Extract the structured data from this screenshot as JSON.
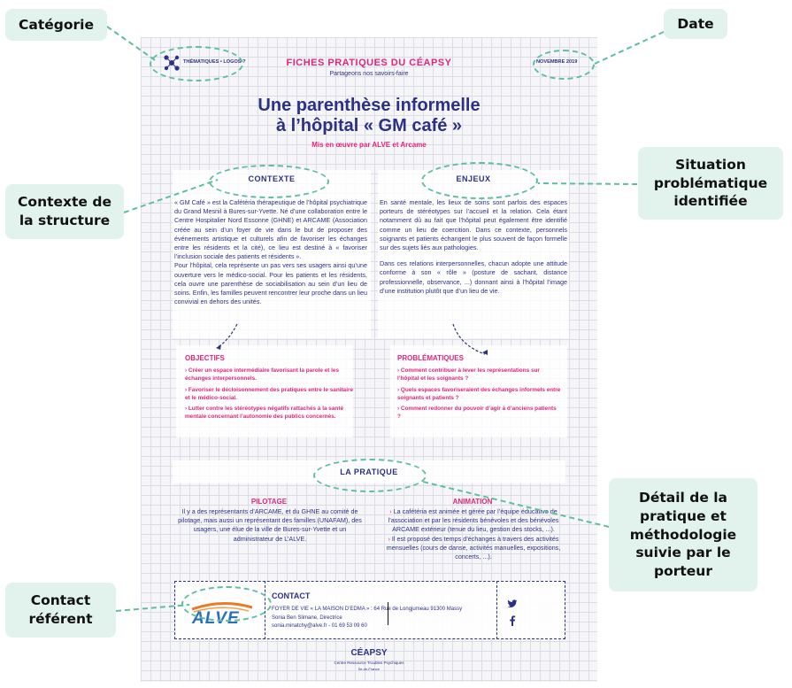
{
  "callouts": {
    "categorie": "Catégorie",
    "date": "Date",
    "contexte_structure": "Contexte de la structure",
    "situation": "Situation problématique identifiée",
    "detail": "Détail de la pratique et méthodologie suivie par le porteur",
    "contact": "Contact référent"
  },
  "sheet": {
    "header": {
      "category": "THÉMATIQUES • LOGOS ?",
      "title": "FICHES PRATIQUES DU CÉAPSY",
      "subtitle": "Partageons nos savoirs-faire",
      "date": "NOVEMBRE 2019"
    },
    "main_title_line1": "Une parenthèse informelle",
    "main_title_line2": "à l’hôpital « GM café »",
    "authors": "Mis en œuvre par ALVE et Arcame",
    "contexte": {
      "heading": "CONTEXTE",
      "p1": "« GM Café » est la Cafétéria thérapeutique de l’hôpital psychiatrique du Grand Mesnil à Bures-sur-Yvette. Né d’une collaboration entre le Centre Hospitalier Nord Essonne (GHNE) et ARCAME (Association créée au sein d’un foyer de vie dans le but de proposer des événements artistique et culturels afin de favoriser les échanges entre les résidents et la cité), ce lieu est destiné à « favoriser l’inclusion sociale des patients et résidents ».",
      "p2": "Pour l’hôpital, cela représente un pas vers ses usagers ainsi qu’une ouverture vers le médico-social. Pour les patients et les résidents, cela ouvre une parenthèse de sociabilisation au sein d’un lieu de soins. Enfin, les familles peuvent rencontrer leur proche dans un lieu convivial en dehors des unités."
    },
    "enjeux": {
      "heading": "ENJEUX",
      "p1": "En santé mentale, les lieux de soins sont parfois des espaces porteurs de stéréotypes sur l’accueil et la relation. Cela étant notamment dû au fait que l’hôpital peut également être identifié comme un lieu de coercition. Dans ce contexte, personnels soignants et patients échangent le plus souvent de façon formelle sur des sujets liés aux pathologies.",
      "p2": "Dans ces relations interpersonnelles, chacun adopte une attitude conforme à son « rôle » (posture de sachant, distance professionnelle, observance, ...) donnant ainsi à l’hôpital l’image d’une institution plutôt que d’un lieu de vie."
    },
    "objectifs": {
      "heading": "OBJECTIFS",
      "items": [
        "Créer un espace intermédiaire favorisant la parole et les échanges interpersonnels.",
        "Favoriser le décloisonnement des pratiques entre le sanitaire et le médico-social.",
        "Lutter contre les stéréotypes négatifs rattachés à la santé mentale concernant l’autonomie des publics concernés."
      ]
    },
    "problematiques": {
      "heading": "PROBLÉMATIQUES",
      "items": [
        "Comment contribuer à lever les représentations sur l’hôpital et les soignants ?",
        "Quels espaces favoriseraient des échanges informels entre soignants et patients ?",
        "Comment redonner du pouvoir d’agir à d’anciens patients ?"
      ]
    },
    "pratique": {
      "heading": "LA PRATIQUE",
      "pilotage_heading": "PILOTAGE",
      "pilotage_text": "Il y a des représentants d’ARCAME, et du GHNE au comité de pilotage, mais aussi un représentant des familles (UNAFAM), des usagers, une élue de la ville de Bures-sur-Yvette et un administrateur de L’ALVE.",
      "animation_heading": "ANIMATION",
      "animation_p1": "La cafétéria est animée et gérée par l’équipe éducative de l’association et par les résidents bénévoles et des bénévoles ARCAME extérieur (tenue du lieu, gestion des stocks, ...).",
      "animation_p2": "Il est proposé des temps d’échanges à travers des activités mensuelles (cours de danse, activités manuelles, expositions, concerts, ...)."
    },
    "contact": {
      "heading": "CONTACT",
      "logo": "ALVE",
      "line1": "FOYER DE VIE « LA MAISON D’EDMA » : 64 Rue de Longjumeau 91300 Massy",
      "line2": "Sonia Ben Slimane, Directrice",
      "line3": "sonia.minatchy@alve.fr  -  01 69 53 09 60",
      "twitter": "twitter-icon",
      "facebook": "facebook-icon"
    },
    "footer": {
      "brand": "CÉAPSY",
      "tagline": "Centre Ressource Troubles Psychiques",
      "region": "Île-de-France"
    }
  },
  "colors": {
    "navy": "#2b3187",
    "pink": "#e3257a",
    "callout_bg": "#e2f3ee",
    "dashed": "#5dbf9e"
  }
}
